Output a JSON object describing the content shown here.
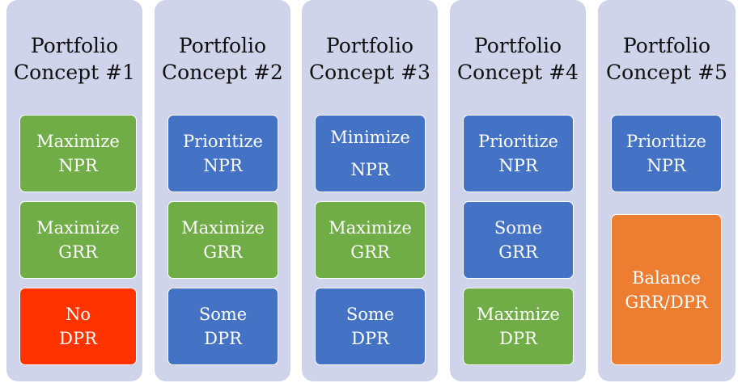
{
  "colors": {
    "panel": "#cfd4ea",
    "green": "#70ad47",
    "blue": "#4472c4",
    "red": "#ff3300",
    "orange": "#ed7d31"
  },
  "concepts": [
    {
      "title_line1": "Portfolio",
      "title_line2": "Concept #1",
      "boxes": [
        {
          "line1": "Maximize",
          "line2": "NPR",
          "color": "green"
        },
        {
          "line1": "Maximize",
          "line2": "GRR",
          "color": "green"
        },
        {
          "line1": "No",
          "line2": "DPR",
          "color": "red"
        }
      ]
    },
    {
      "title_line1": "Portfolio",
      "title_line2": "Concept #2",
      "boxes": [
        {
          "line1": "Prioritize",
          "line2": "NPR",
          "color": "blue"
        },
        {
          "line1": "Maximize",
          "line2": "GRR",
          "color": "green"
        },
        {
          "line1": "Some",
          "line2": "DPR",
          "color": "blue"
        }
      ]
    },
    {
      "title_line1": "Portfolio",
      "title_line2": "Concept #3",
      "boxes": [
        {
          "line1": "Minimize",
          "line2": "NPR",
          "color": "blue"
        },
        {
          "line1": "Maximize",
          "line2": "GRR",
          "color": "green"
        },
        {
          "line1": "Some",
          "line2": "DPR",
          "color": "blue"
        }
      ]
    },
    {
      "title_line1": "Portfolio",
      "title_line2": "Concept #4",
      "boxes": [
        {
          "line1": "Prioritize",
          "line2": "NPR",
          "color": "blue"
        },
        {
          "line1": "Some",
          "line2": "GRR",
          "color": "blue"
        },
        {
          "line1": "Maximize",
          "line2": "DPR",
          "color": "green"
        }
      ]
    },
    {
      "title_line1": "Portfolio",
      "title_line2": "Concept #5",
      "boxes": [
        {
          "line1": "Prioritize",
          "line2": "NPR",
          "color": "blue"
        },
        {
          "line1": "Balance",
          "line2": "GRR/DPR",
          "color": "orange"
        }
      ]
    }
  ]
}
